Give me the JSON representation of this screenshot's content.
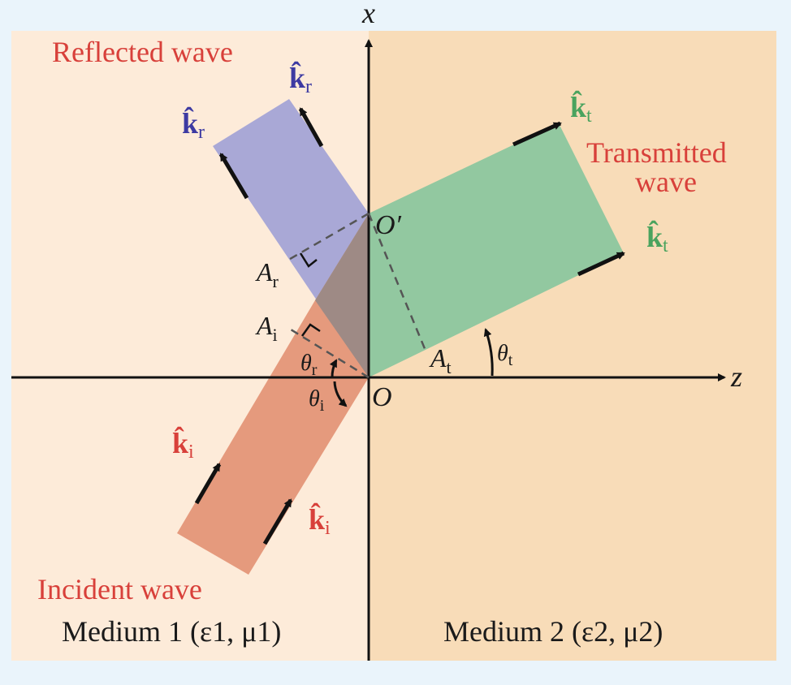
{
  "colors": {
    "background": "#eaf4fb",
    "medium1": "#fdebd9",
    "medium2": "#f8dcb8",
    "incident": "#e59a7d",
    "reflected": "#a9a8d6",
    "transmitted": "#92c8a0",
    "overlap": "#9e8a85",
    "red_label": "#d8403a",
    "blue_label": "#3d3aa2",
    "green_label": "#4aa35e"
  },
  "axes": {
    "x_label": "x",
    "z_label": "z",
    "origin_label": "O",
    "origin_prime_label": "O′"
  },
  "labels": {
    "reflected_wave": "Reflected wave",
    "transmitted_wave_line1": "Transmitted",
    "transmitted_wave_line2": "wave",
    "incident_wave": "Incident wave",
    "medium1": "Medium 1 (ε1, μ1)",
    "medium2": "Medium 2 (ε2, μ2)"
  },
  "vectors": {
    "k_hat": "k̂",
    "sub_r": "r",
    "sub_t": "t",
    "sub_i": "i"
  },
  "points": {
    "A_letter": "A",
    "A_r_sub": "r",
    "A_i_sub": "i",
    "A_t_sub": "t"
  },
  "angles": {
    "theta": "θ",
    "theta_r_sub": "r",
    "theta_i_sub": "i",
    "theta_t_sub": "t"
  }
}
